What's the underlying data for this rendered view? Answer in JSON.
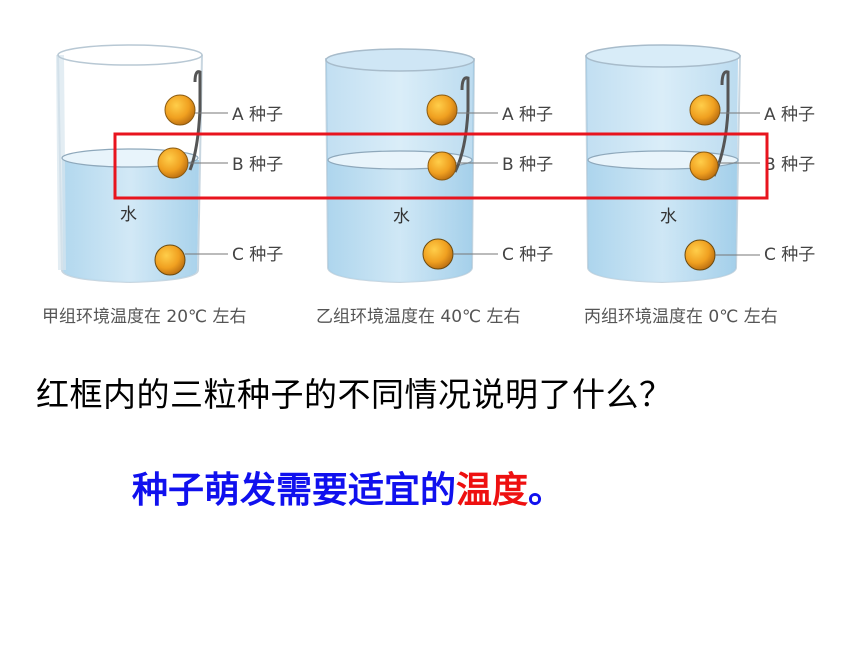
{
  "beakers": [
    {
      "id": "jia",
      "seed_labels": [
        "A 种子",
        "B 种子",
        "C 种子"
      ],
      "water_label": "水",
      "caption": "甲组环境温度在 20℃ 左右"
    },
    {
      "id": "yi",
      "seed_labels": [
        "A 种子",
        "B 种子",
        "C 种子"
      ],
      "water_label": "水",
      "caption": "乙组环境温度在 40℃ 左右"
    },
    {
      "id": "bing",
      "seed_labels": [
        "A 种子",
        "B 种子",
        "C 种子"
      ],
      "water_label": "水",
      "caption": "丙组环境温度在 0℃ 左右"
    }
  ],
  "highlight_color": "#e8141e",
  "question": "红框内的三粒种子的不同情况说明了什么？",
  "answer": {
    "part1": "种子萌发需要适宜的",
    "part2": "温度",
    "part3": "。",
    "color_main": "#1010ee",
    "color_emphasis": "#ee1010"
  }
}
